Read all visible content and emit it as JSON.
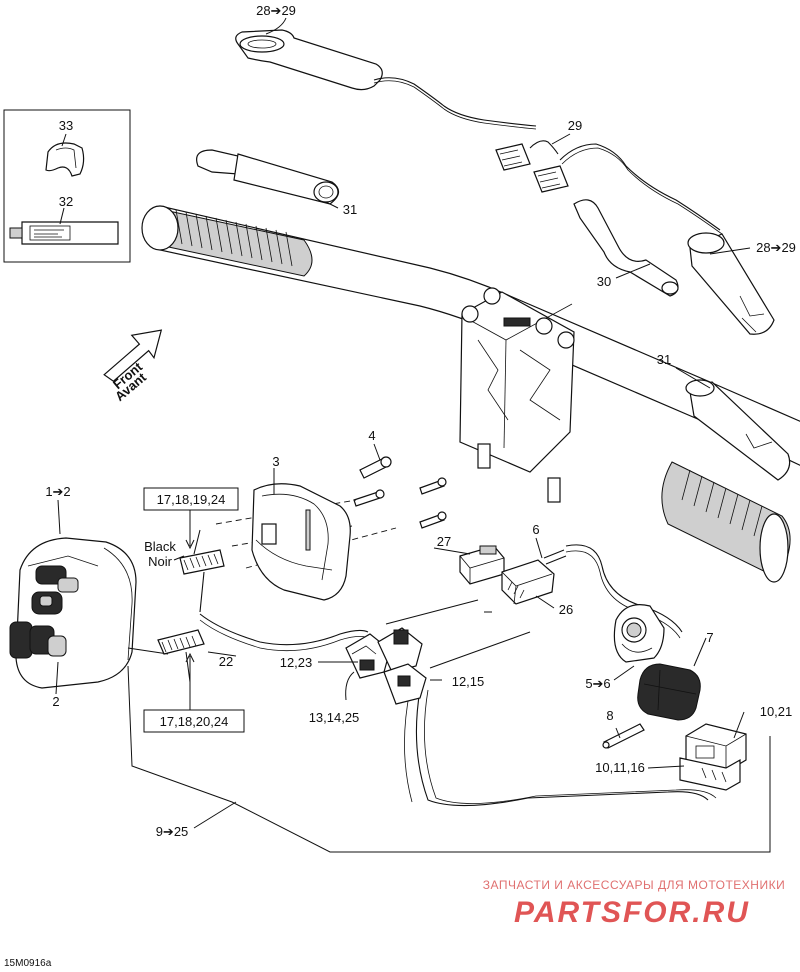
{
  "figure_id": "15M0916a",
  "front_arrow": {
    "line1": "Front",
    "line2": "Avant"
  },
  "callouts": {
    "c28_29_top": "28➔29",
    "c29": "29",
    "c33": "33",
    "c32": "32",
    "c31_top": "31",
    "c28_29_right": "28➔29",
    "c30": "30",
    "c31_right": "31",
    "c4": "4",
    "c3": "3",
    "c1_2": "1➔2",
    "c2": "2",
    "c27": "27",
    "c6": "6",
    "c26": "26",
    "c12_23": "12,23",
    "c12_15": "12,15",
    "c13_14_25": "13,14,25",
    "c22": "22",
    "c7": "7",
    "c5_6": "5➔6",
    "c8": "8",
    "c10_21": "10,21",
    "c10_11_16": "10,11,16",
    "c9_25": "9➔25"
  },
  "boxed_labels": {
    "top": "17,18,19,24",
    "bottom": "17,18,20,24"
  },
  "connector_color": {
    "line1": "Black",
    "line2": "Noir"
  },
  "watermark": {
    "line1": "ЗАПЧАСТИ И АКСЕССУАРЫ ДЛЯ МОТОТЕХНИКИ",
    "line2": "PARTSFOR.RU"
  }
}
